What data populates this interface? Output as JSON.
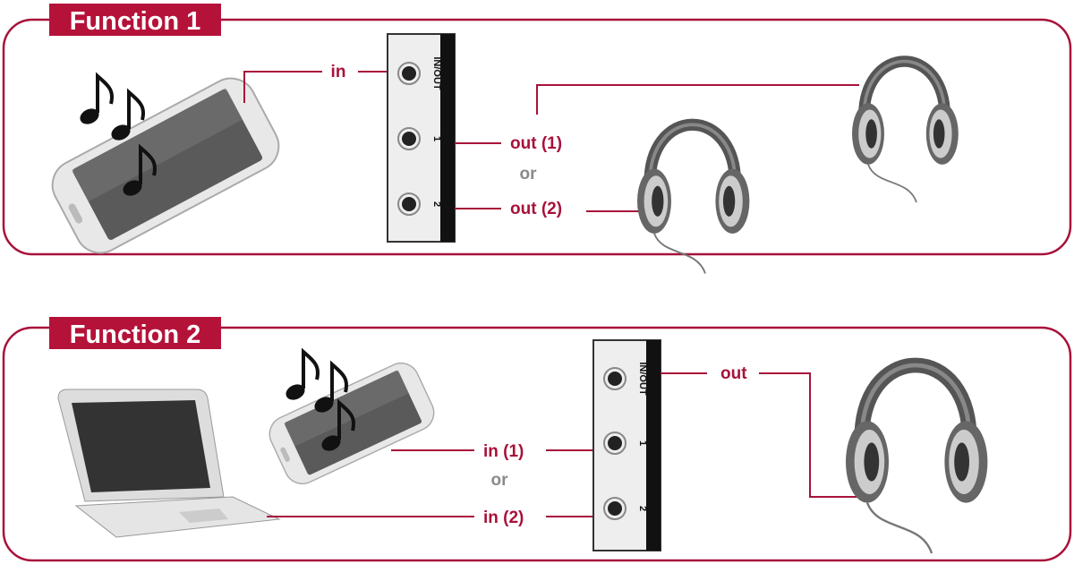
{
  "function1": {
    "title": "Function 1",
    "in_label": "in",
    "out1_label": "out (1)",
    "or_label": "or",
    "out2_label": "out (2)",
    "splitter": {
      "port0": "IN/OUT",
      "port1": "1",
      "port2": "2"
    }
  },
  "function2": {
    "title": "Function 2",
    "out_label": "out",
    "in1_label": "in (1)",
    "or_label": "or",
    "in2_label": "in (2)",
    "splitter": {
      "port0": "IN/OUT",
      "port1": "1",
      "port2": "2"
    }
  },
  "colors": {
    "accent": "#b5123a",
    "or_text": "#8a8a8a"
  }
}
